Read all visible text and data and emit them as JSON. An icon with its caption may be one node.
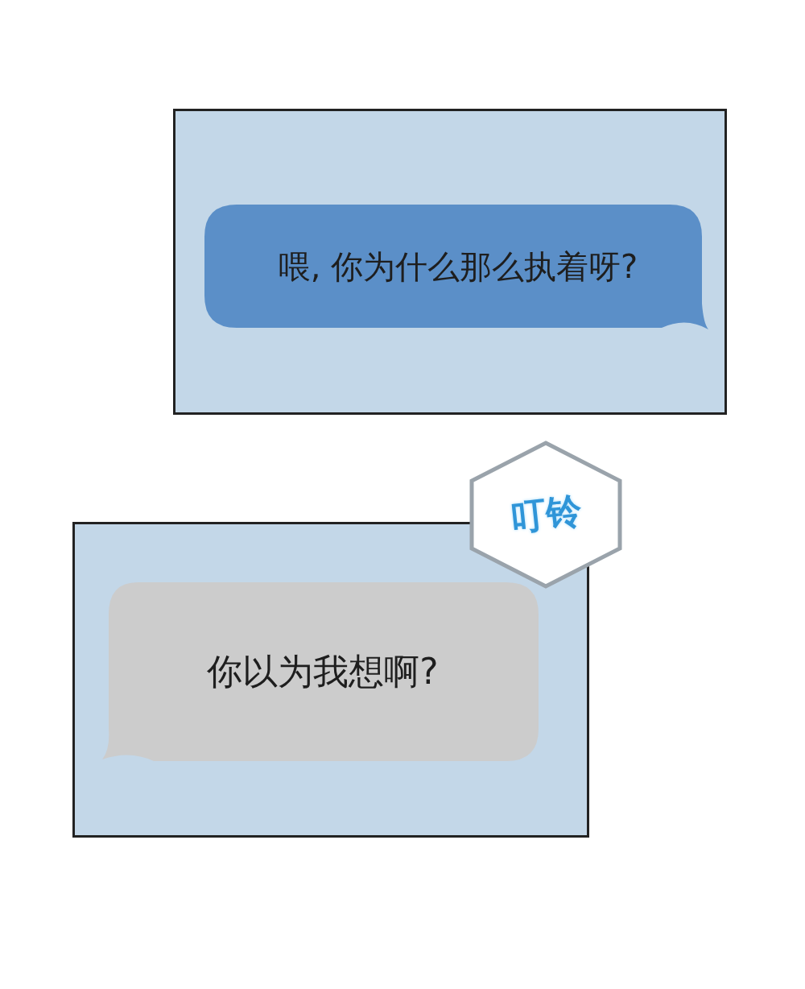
{
  "diagram": {
    "nodes": [
      {
        "text": [],
        "shape": "box"
      },
      {
        "text": [
          "喂, 你为什么那么执着呀?"
        ],
        "in": 0
      },
      {
        "text": [
          "叮铃"
        ]
      },
      {
        "text": [],
        "shape": "box"
      },
      {
        "text": [
          "你以为我想啊?"
        ],
        "in": 3
      }
    ]
  }
}
